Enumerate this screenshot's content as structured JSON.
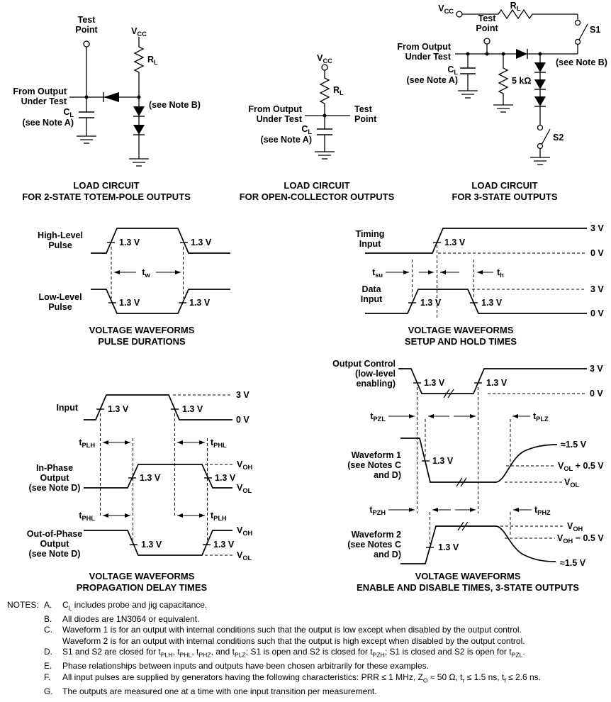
{
  "colors": {
    "ink": "#000000",
    "background": "#ffffff"
  },
  "shared": {
    "vcc": [
      {
        "t": "V"
      },
      {
        "t": "CC",
        "sub": true
      }
    ],
    "rl": [
      {
        "t": "R"
      },
      {
        "t": "L",
        "sub": true
      }
    ],
    "cl": [
      {
        "t": "C"
      },
      {
        "t": "L",
        "sub": true
      }
    ],
    "test": "Test",
    "point": "Point",
    "from_output": "From Output",
    "under_test": "Under Test",
    "see_note_a": "(see Note A)",
    "see_note_b": "(see Note B)",
    "s1": "S1",
    "s2": "S2",
    "r5k": "5 kΩ",
    "v13": "1.3 V",
    "v3": "3 V",
    "v0": "0 V",
    "voh": [
      {
        "t": "V"
      },
      {
        "t": "OH",
        "sub": true
      }
    ],
    "vol": [
      {
        "t": "V"
      },
      {
        "t": "OL",
        "sub": true
      }
    ],
    "vol_plus_half": [
      {
        "t": "V"
      },
      {
        "t": "OL",
        "sub": true
      },
      {
        "t": " + 0.5 V"
      }
    ],
    "voh_minus_half": [
      {
        "t": "V"
      },
      {
        "t": "OH",
        "sub": true
      },
      {
        "t": " − 0.5 V"
      }
    ],
    "approx_15": "≈1.5 V",
    "tw": [
      {
        "t": "t"
      },
      {
        "t": "w",
        "sub": true
      }
    ],
    "tsu": [
      {
        "t": "t"
      },
      {
        "t": "su",
        "sub": true
      }
    ],
    "th": [
      {
        "t": "t"
      },
      {
        "t": "h",
        "sub": true
      }
    ],
    "tplh": [
      {
        "t": "t"
      },
      {
        "t": "PLH",
        "sub": true
      }
    ],
    "tphl": [
      {
        "t": "t"
      },
      {
        "t": "PHL",
        "sub": true
      }
    ],
    "tpzl": [
      {
        "t": "t"
      },
      {
        "t": "PZL",
        "sub": true
      }
    ],
    "tplz": [
      {
        "t": "t"
      },
      {
        "t": "PLZ",
        "sub": true
      }
    ],
    "tpzh": [
      {
        "t": "t"
      },
      {
        "t": "PZH",
        "sub": true
      }
    ],
    "tphz": [
      {
        "t": "t"
      },
      {
        "t": "PHZ",
        "sub": true
      }
    ]
  },
  "circuits": {
    "totem": {
      "caption": [
        "LOAD CIRCUIT",
        "FOR 2-STATE TOTEM-POLE OUTPUTS"
      ]
    },
    "oc": {
      "caption": [
        "LOAD CIRCUIT",
        "FOR OPEN-COLLECTOR OUTPUTS"
      ]
    },
    "tristate": {
      "caption": [
        "LOAD CIRCUIT",
        "FOR 3-STATE OUTPUTS"
      ]
    }
  },
  "waveforms": {
    "pulse": {
      "caption": [
        "VOLTAGE WAVEFORMS",
        "PULSE DURATIONS"
      ],
      "high": [
        "High-Level",
        "Pulse"
      ],
      "low": [
        "Low-Level",
        "Pulse"
      ]
    },
    "setup": {
      "caption": [
        "VOLTAGE WAVEFORMS",
        "SETUP AND HOLD TIMES"
      ],
      "timing": [
        "Timing",
        "Input"
      ],
      "data": [
        "Data",
        "Input"
      ]
    },
    "prop": {
      "caption": [
        "VOLTAGE WAVEFORMS",
        "PROPAGATION DELAY TIMES"
      ],
      "input": "Input",
      "in_phase": [
        "In-Phase",
        "Output",
        "(see Note D)"
      ],
      "out_phase": [
        "Out-of-Phase",
        "Output",
        "(see Note D)"
      ]
    },
    "enable": {
      "caption": [
        "VOLTAGE WAVEFORMS",
        "ENABLE AND DISABLE TIMES, 3-STATE OUTPUTS"
      ],
      "control": [
        "Output Control",
        "(low-level",
        "enabling)"
      ],
      "wf1": [
        "Waveform 1",
        "(see Notes C",
        "and D)"
      ],
      "wf2": [
        "Waveform 2",
        "(see Notes C",
        "and D)"
      ]
    }
  },
  "notes": {
    "heading": "NOTES:",
    "rows": [
      {
        "letter": "A.",
        "text": [
          {
            "t": "C"
          },
          {
            "t": "L",
            "sub": true
          },
          {
            "t": " includes probe and jig capacitance."
          }
        ]
      },
      {
        "letter": "B.",
        "text": [
          {
            "t": "All diodes are 1N3064 or equivalent."
          }
        ]
      },
      {
        "letter": "C.",
        "text": [
          {
            "t": "Waveform 1 is for an output with internal conditions such that the output is low except when disabled by the output control."
          }
        ]
      },
      {
        "letter": "",
        "text": [
          {
            "t": "Waveform 2 is for an output with internal conditions such that the output is high except when disabled by the output control."
          }
        ]
      },
      {
        "letter": "D.",
        "text": [
          {
            "t": "S1 and S2 are closed for t"
          },
          {
            "t": "PLH",
            "sub": true
          },
          {
            "t": ", t"
          },
          {
            "t": "PHL",
            "sub": true
          },
          {
            "t": ", t"
          },
          {
            "t": "PHZ",
            "sub": true
          },
          {
            "t": ", and t"
          },
          {
            "t": "PLZ",
            "sub": true
          },
          {
            "t": "; S1 is open and S2 is closed for t"
          },
          {
            "t": "PZH",
            "sub": true
          },
          {
            "t": "; S1 is closed and S2 is open for t"
          },
          {
            "t": "PZL",
            "sub": true
          },
          {
            "t": "."
          }
        ]
      },
      {
        "letter": "E.",
        "text": [
          {
            "t": "Phase relationships between inputs and outputs have been chosen arbitrarily for these examples."
          }
        ]
      },
      {
        "letter": "F.",
        "text": [
          {
            "t": "All input pulses are supplied by generators having the following characteristics: PRR ≤ 1 MHz, Z"
          },
          {
            "t": "O",
            "sub": true
          },
          {
            "t": " ≈ 50 Ω, t"
          },
          {
            "t": "r",
            "sub": true
          },
          {
            "t": " ≤ 1.5 ns, t"
          },
          {
            "t": "f",
            "sub": true
          },
          {
            "t": " ≤ 2.6 ns."
          }
        ]
      },
      {
        "letter": "G.",
        "text": [
          {
            "t": "The outputs are measured one at a time with one input transition per measurement."
          }
        ]
      }
    ]
  }
}
